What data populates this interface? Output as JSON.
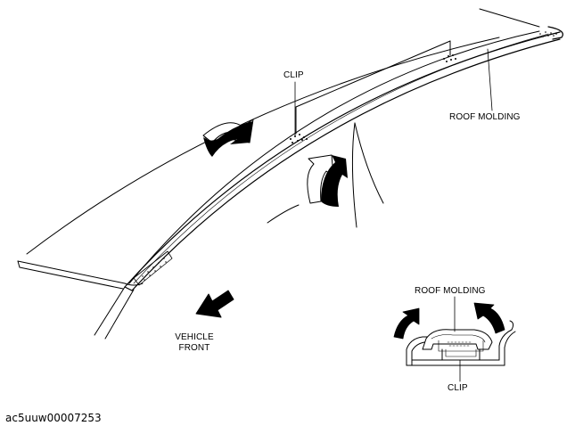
{
  "labels": {
    "clip_top": "CLIP",
    "roof_molding_right": "ROOF MOLDING",
    "vehicle_front_line1": "VEHICLE",
    "vehicle_front_line2": "FRONT",
    "roof_molding_detail": "ROOF MOLDING",
    "clip_detail": "CLIP"
  },
  "caption": "ac5uuw00007253"
}
